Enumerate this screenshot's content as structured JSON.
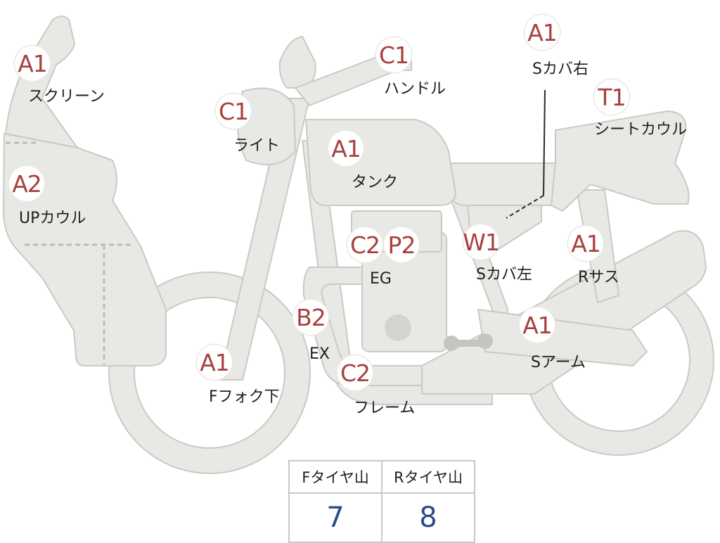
{
  "parts": [
    {
      "id": "screen",
      "grade": "A1",
      "label": "スクリーン"
    },
    {
      "id": "up-cowl",
      "grade": "A2",
      "label": "UPカウル"
    },
    {
      "id": "light",
      "grade": "C1",
      "label": "ライト"
    },
    {
      "id": "handle",
      "grade": "C1",
      "label": "ハンドル"
    },
    {
      "id": "side-cover-right",
      "grade": "A1",
      "label": "Sカバ右"
    },
    {
      "id": "seat-cowl",
      "grade": "T1",
      "label": "シートカウル"
    },
    {
      "id": "tank",
      "grade": "A1",
      "label": "タンク"
    },
    {
      "id": "engine-c",
      "grade": "C2",
      "label": "EG"
    },
    {
      "id": "engine-p",
      "grade": "P2",
      "label": ""
    },
    {
      "id": "side-cover-left",
      "grade": "W1",
      "label": "Sカバ左"
    },
    {
      "id": "rear-suspension",
      "grade": "A1",
      "label": "Rサス"
    },
    {
      "id": "exhaust",
      "grade": "B2",
      "label": "EX"
    },
    {
      "id": "frame",
      "grade": "C2",
      "label": "フレーム"
    },
    {
      "id": "swing-arm",
      "grade": "A1",
      "label": "Sアーム"
    },
    {
      "id": "front-fork-lower",
      "grade": "A1",
      "label": "Fフォク下"
    }
  ],
  "tires": {
    "front_label": "Fタイヤ山",
    "rear_label": "Rタイヤ山",
    "front_value": "7",
    "rear_value": "8"
  },
  "colors": {
    "part_fill": "#e8e8e4",
    "part_stroke": "#c9c9c5",
    "grade_text": "#a8413f",
    "tire_value": "#2e4b8a"
  }
}
